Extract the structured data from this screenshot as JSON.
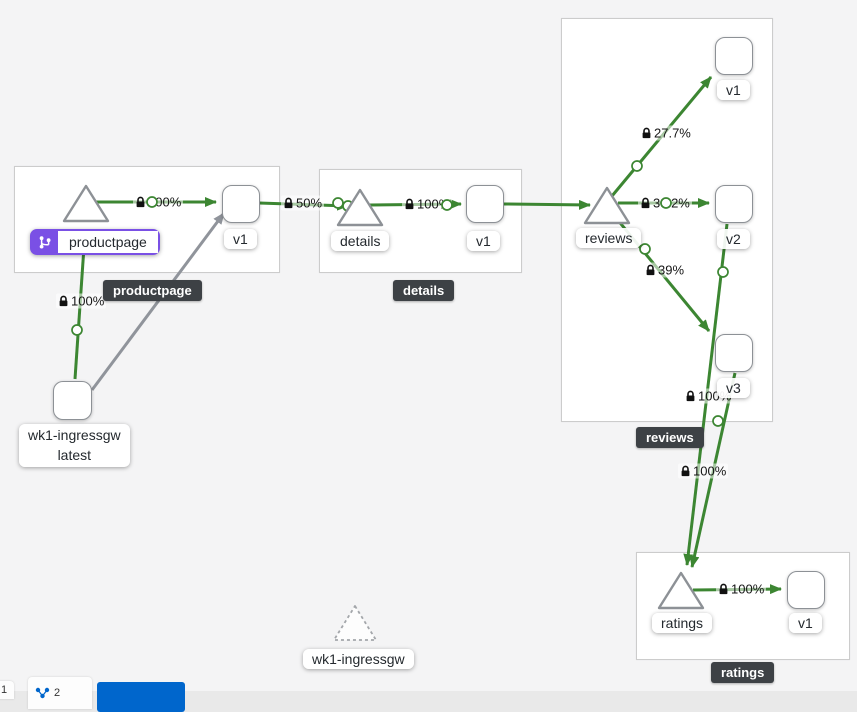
{
  "graph": {
    "groups": {
      "productpage": {
        "badge": "productpage"
      },
      "details": {
        "badge": "details"
      },
      "reviews": {
        "badge": "reviews"
      },
      "ratings": {
        "badge": "ratings"
      }
    },
    "nodes": {
      "productpage_service": {
        "label": "productpage"
      },
      "productpage_v1": {
        "label": "v1"
      },
      "details_service": {
        "label": "details"
      },
      "details_v1": {
        "label": "v1"
      },
      "reviews_service": {
        "label": "reviews"
      },
      "reviews_v1": {
        "label": "v1"
      },
      "reviews_v2": {
        "label": "v2"
      },
      "reviews_v3": {
        "label": "v3"
      },
      "ratings_service": {
        "label": "ratings"
      },
      "ratings_v1": {
        "label": "v1"
      },
      "ingress_workload": {
        "label_line1": "wk1-ingressgw",
        "label_line2": "latest"
      },
      "idle_gateway": {
        "label": "wk1-ingressgw"
      }
    },
    "edge_labels": {
      "ingress_to_productpage": "100%",
      "productpage_to_v1": "100%",
      "productpage_v1_to_details": "50%",
      "details_to_v1": "100%",
      "reviews_to_v1": "27.7%",
      "reviews_to_v2": "33.2%",
      "reviews_to_v3": "39%",
      "reviews_v2_to_ratings": "100%",
      "reviews_v3_to_ratings": "100%",
      "ratings_to_v1": "100%"
    },
    "colors": {
      "edge_healthy": "#3c8632",
      "edge_no_traffic": "#90949b",
      "group_badge_bg": "#3d4145",
      "virtual_service_purple": "#7a50e5",
      "button_blue": "#0066cc",
      "canvas_bg": "#f4f4f5"
    }
  },
  "toolbar": {
    "count1": "1",
    "count2": "2"
  }
}
